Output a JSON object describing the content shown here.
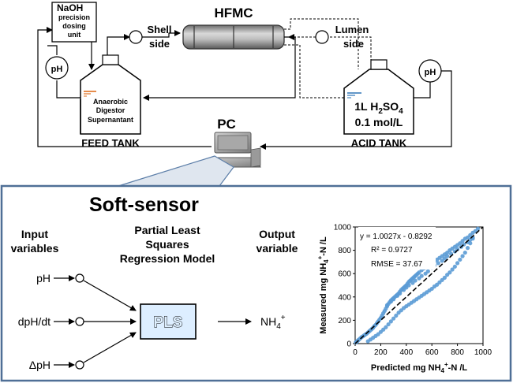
{
  "process": {
    "naoh_unit": {
      "line1": "NaOH",
      "line2": "precision",
      "line3": "dosing",
      "line4": "unit"
    },
    "shell_side": {
      "line1": "Shell",
      "line2": "side"
    },
    "hfmc": "HFMC",
    "lumen_side": {
      "line1": "Lumen",
      "line2": "side"
    },
    "ph_left": "pH",
    "ph_right": "pH",
    "feed_tank": {
      "line1": "Anaerobic",
      "line2": "Digestor",
      "line3": "Supernantant",
      "label": "FEED TANK"
    },
    "acid_tank": {
      "line1_prefix": "1L H",
      "line1_sub": "2",
      "line1_mid": "SO",
      "line1_sub2": "4",
      "line2": "0.1 mol/L",
      "label": "ACID TANK"
    },
    "pc": "PC"
  },
  "soft_sensor": {
    "title": "Soft-sensor",
    "input_header": {
      "line1": "Input",
      "line2": "variables"
    },
    "model_header": {
      "line1": "Partial Least",
      "line2": "Squares",
      "line3": "Regression Model"
    },
    "output_header": {
      "line1": "Output",
      "line2": "variable"
    },
    "inputs": [
      "pH",
      "dpH/dt",
      "ΔpH"
    ],
    "model_box": "PLS",
    "output": {
      "base": "NH",
      "sub": "4",
      "sup": "+"
    }
  },
  "chart_data": {
    "type": "scatter",
    "equation": "y = 1.0027x - 0.8292",
    "r2": "R² = 0.9727",
    "rmse": "RMSE = 37.67",
    "xlabel": {
      "part1": "Predicted mg NH",
      "sub": "4",
      "sup": "+",
      "part2": "-N /L"
    },
    "ylabel": {
      "part1": "Measured mg NH",
      "sub": "4",
      "sup": "+",
      "part2": "-N /L"
    },
    "xlim": [
      0,
      1000
    ],
    "ylim": [
      0,
      1000
    ],
    "xticks": [
      "0",
      "200",
      "400",
      "600",
      "800",
      "1000"
    ],
    "yticks": [
      "0",
      "200",
      "400",
      "600",
      "800",
      "1000"
    ],
    "fit": {
      "slope": 1.0027,
      "intercept": -0.8292
    },
    "point_color": "#5b9bd5",
    "series": [
      {
        "x": [
          5,
          10,
          15,
          20,
          25,
          30,
          40,
          50,
          60,
          70,
          80,
          90,
          100,
          110,
          120,
          130,
          140,
          150,
          160,
          170,
          180,
          190,
          200,
          210,
          220,
          230,
          240,
          250,
          260,
          270,
          280,
          290,
          300,
          310,
          320,
          330,
          340,
          350,
          360,
          370,
          380,
          390,
          400,
          410,
          420,
          430,
          440,
          450,
          460,
          470,
          480,
          490,
          500,
          520,
          540,
          560,
          580,
          600,
          620,
          640,
          660,
          680,
          700,
          720,
          740,
          760,
          780,
          800,
          820,
          840,
          860,
          880,
          900,
          920,
          940,
          960
        ],
        "y": [
          10,
          15,
          18,
          25,
          30,
          35,
          45,
          55,
          62,
          70,
          78,
          85,
          95,
          105,
          115,
          125,
          135,
          150,
          160,
          175,
          190,
          205,
          220,
          240,
          260,
          280,
          300,
          320,
          340,
          355,
          370,
          380,
          390,
          400,
          410,
          420,
          430,
          445,
          460,
          470,
          480,
          490,
          500,
          515,
          530,
          540,
          550,
          560,
          570,
          580,
          590,
          600,
          610,
          630,
          645,
          660,
          680,
          695,
          705,
          720,
          735,
          750,
          765,
          780,
          800,
          815,
          830,
          845,
          860,
          880,
          900,
          910,
          930,
          950,
          965,
          985
        ]
      },
      {
        "x": [
          100,
          120,
          140,
          160,
          180,
          200,
          220,
          240,
          260,
          280,
          300,
          320,
          340,
          360,
          380,
          400,
          420,
          440,
          460,
          480,
          500,
          520,
          540,
          560,
          580,
          600,
          620,
          640,
          660,
          680,
          700,
          720,
          740,
          760,
          780,
          800,
          820,
          840,
          860,
          880,
          900,
          920
        ],
        "y": [
          20,
          35,
          50,
          65,
          80,
          100,
          120,
          140,
          165,
          190,
          215,
          240,
          265,
          285,
          305,
          320,
          335,
          350,
          365,
          380,
          395,
          410,
          425,
          440,
          455,
          470,
          490,
          505,
          525,
          545,
          565,
          590,
          610,
          635,
          660,
          690,
          720,
          750,
          780,
          820,
          860,
          900
        ]
      },
      {
        "x": [
          250,
          280,
          300,
          330,
          350,
          380,
          400,
          420,
          450,
          470,
          500,
          520,
          550,
          570,
          600,
          620,
          650,
          680,
          700,
          720,
          750,
          780,
          800,
          830,
          850,
          880,
          900,
          920
        ],
        "y": [
          330,
          360,
          380,
          410,
          430,
          460,
          480,
          500,
          520,
          540,
          560,
          580,
          600,
          620,
          650,
          670,
          690,
          710,
          730,
          750,
          770,
          790,
          810,
          830,
          850,
          870,
          890,
          910
        ]
      }
    ]
  }
}
